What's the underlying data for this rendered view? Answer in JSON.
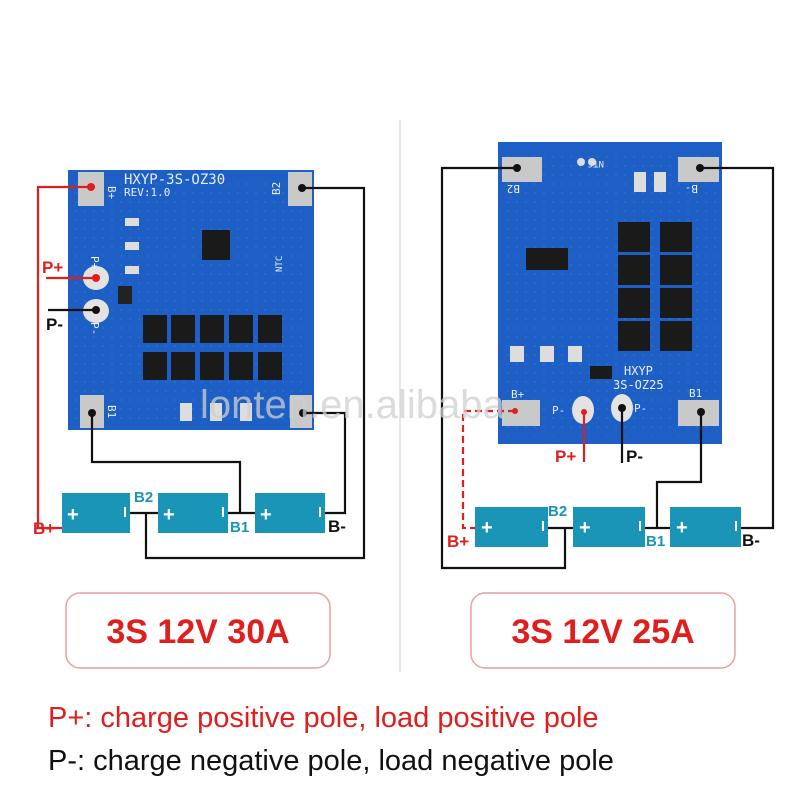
{
  "colors": {
    "red": "#e01e1e",
    "black": "#111111",
    "board": "#1d5fc4",
    "battery": "#1a95b8",
    "pad": "#c9c9c9",
    "divider": "#cfcfcf"
  },
  "watermark": "lonten.en.alibaba",
  "left_board": {
    "model": "HXYP-3S-OZ30",
    "rev": "REV:1.0",
    "pads": {
      "b_plus": "B+",
      "b2": "B2",
      "b1": "B1",
      "p_plus": "P+",
      "p_minus": "P-",
      "ntc": "NTC"
    },
    "labels": {
      "p_plus": "P+",
      "p_minus": "P-",
      "b_plus": "B+",
      "b2": "B2",
      "b1": "B1",
      "b_minus": "B-"
    },
    "battery_plus": "+",
    "spec": "3S 12V 30A"
  },
  "right_board": {
    "model_line1": "HXYP",
    "model_line2": "3S-OZ25",
    "pads": {
      "b2": "B2",
      "b_minus": "B-",
      "b_plus": "B+",
      "p_left": "P-",
      "p_minus": "P-",
      "b1": "B1",
      "ntc": "NTC"
    },
    "labels": {
      "p_plus": "P+",
      "p_minus": "P-",
      "b_plus": "B+",
      "b2": "B2",
      "b1": "B1",
      "b_minus": "B-"
    },
    "battery_plus": "+",
    "spec": "3S 12V 25A"
  },
  "notes": {
    "p_plus": "P+: charge positive pole, load positive pole",
    "p_minus": "P-: charge negative pole, load negative pole"
  }
}
